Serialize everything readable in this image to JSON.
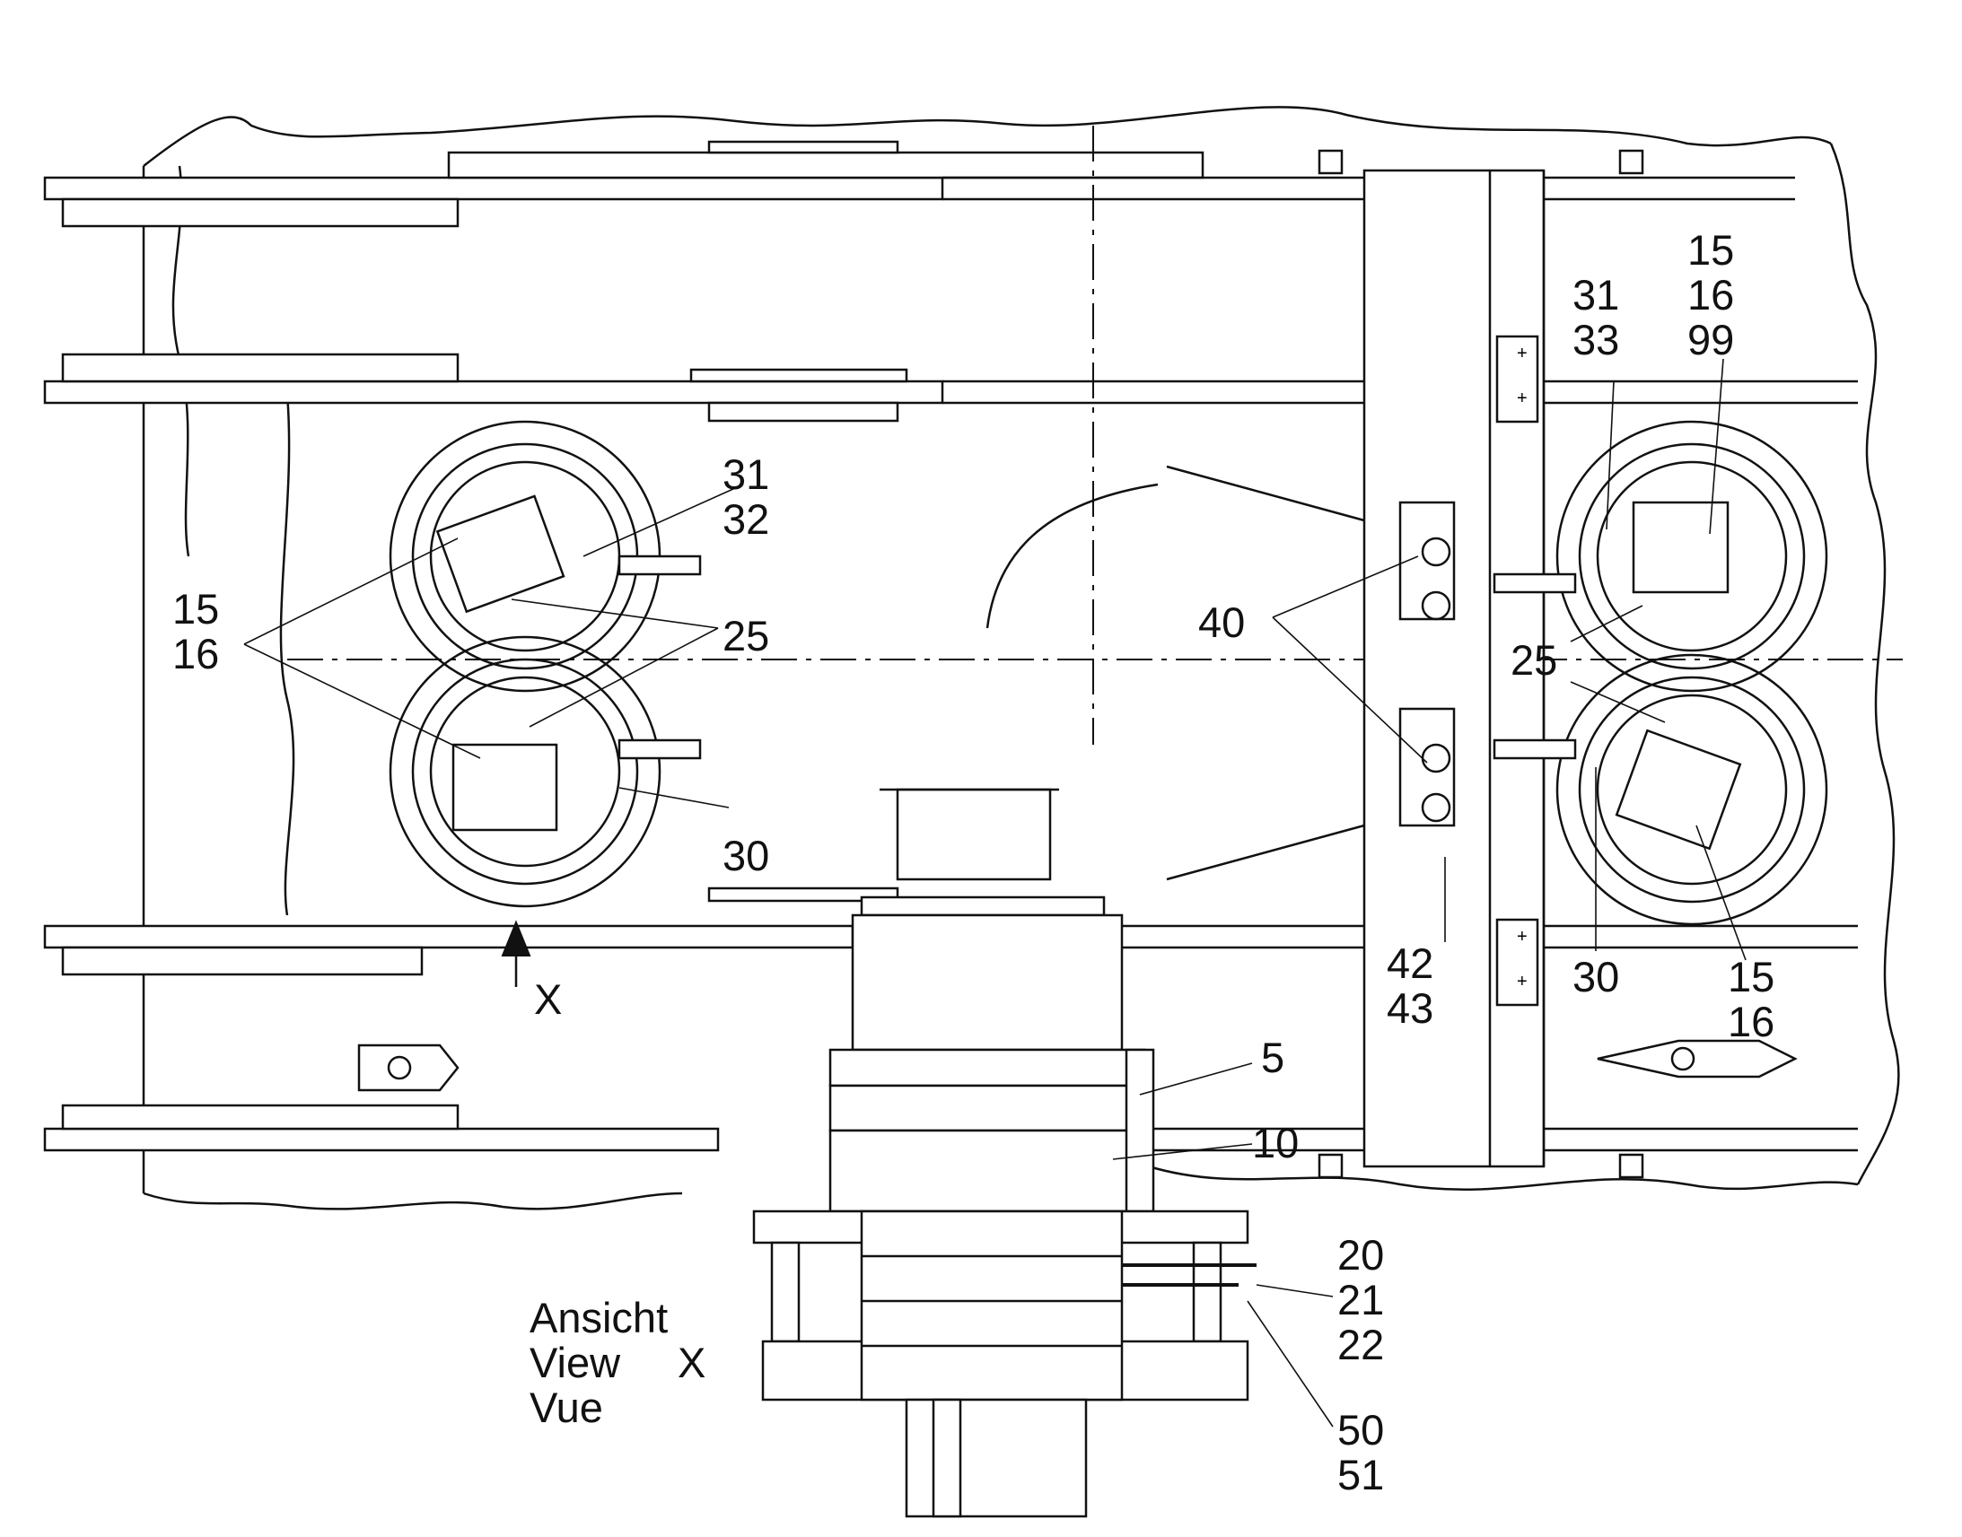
{
  "callouts": {
    "left_upper_31": "31",
    "left_upper_32": "32",
    "left_15": "15",
    "left_16": "16",
    "left_25": "25",
    "left_30": "30",
    "view_marker": "X",
    "right_top_15": "15",
    "right_top_16": "16",
    "right_top_99": "99",
    "right_31": "31",
    "right_33": "33",
    "right_40": "40",
    "right_25": "25",
    "right_42": "42",
    "right_43": "43",
    "right_30": "30",
    "right_bottom_15": "15",
    "right_bottom_16": "16",
    "bottom_5": "5",
    "bottom_10": "10",
    "bottom_20": "20",
    "bottom_21": "21",
    "bottom_22": "22",
    "bottom_50": "50",
    "bottom_51": "51"
  },
  "view_caption": {
    "line1": "Ansicht",
    "line2": "View",
    "line2_marker": "X",
    "line3": "Vue"
  }
}
